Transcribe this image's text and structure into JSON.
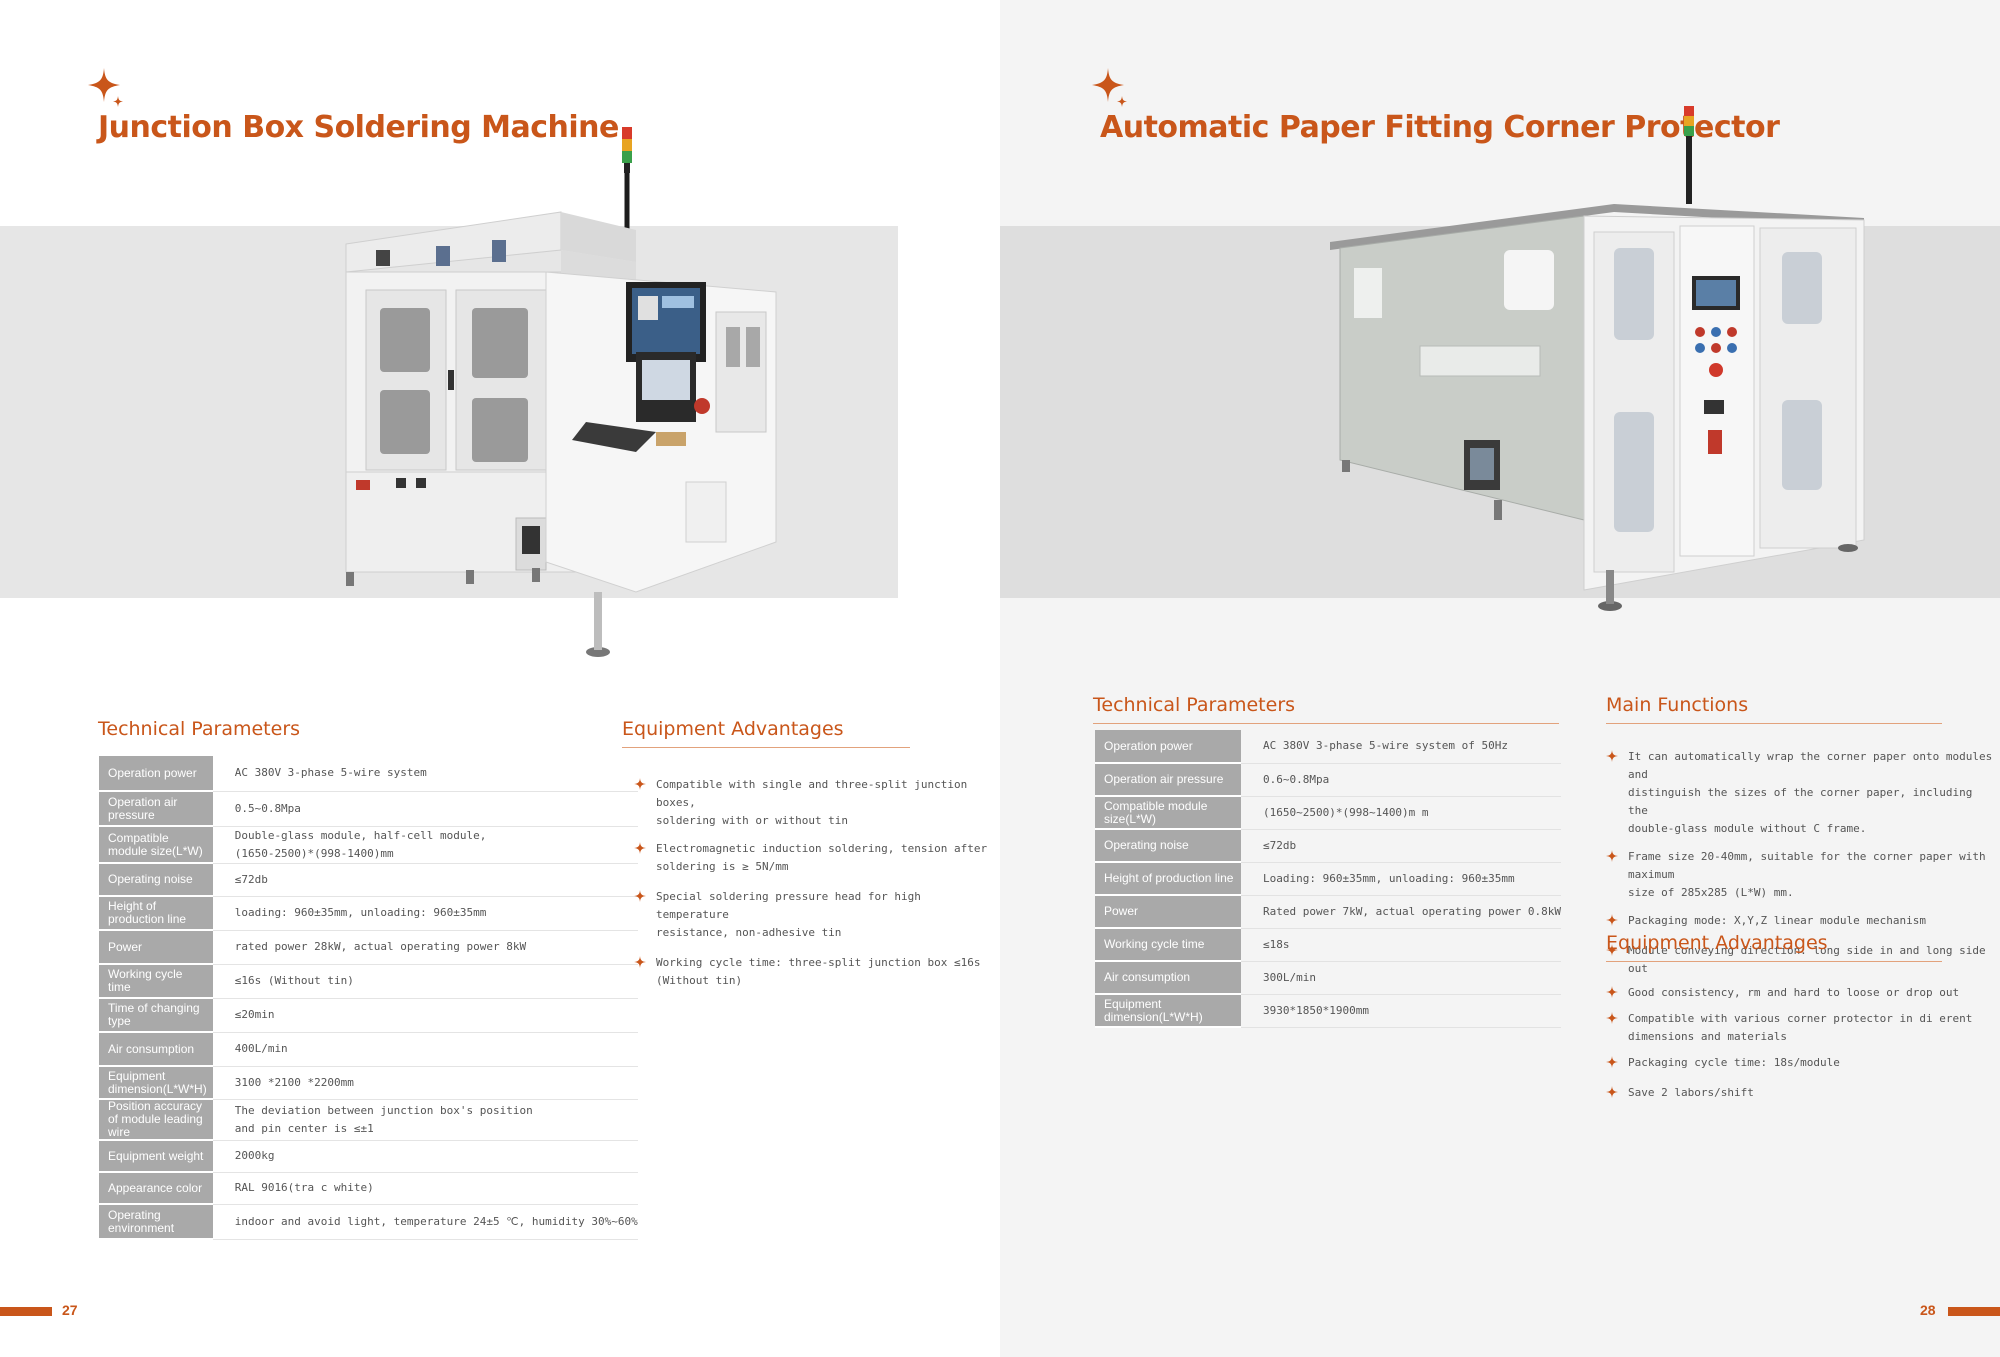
{
  "left": {
    "title": "Junction Box Soldering Machine",
    "params_heading": "Technical Parameters",
    "params": [
      {
        "label": "Operation power",
        "value": "AC 380V 3-phase 5-wire system"
      },
      {
        "label": "Operation air pressure",
        "value": "0.5~0.8Mpa"
      },
      {
        "label": "Compatible module size(L*W)",
        "value": "Double-glass module, half-cell module,\n(1650-2500)*(998-1400)mm"
      },
      {
        "label": "Operating noise",
        "value": "≤72db"
      },
      {
        "label": "Height of production line",
        "value": "loading: 960±35mm, unloading: 960±35mm"
      },
      {
        "label": "Power",
        "value": "rated power 28kW, actual operating power 8kW"
      },
      {
        "label": "Working cycle time",
        "value": "≤16s (Without tin)"
      },
      {
        "label": "Time of changing type",
        "value": "≤20min"
      },
      {
        "label": "Air consumption",
        "value": "400L/min"
      },
      {
        "label": "Equipment dimension(L*W*H)",
        "value": "3100 *2100 *2200mm"
      },
      {
        "label": "Position accuracy of module leading wire",
        "value": "The deviation between junction box's position\nand pin center is ≤±1"
      },
      {
        "label": "Equipment weight",
        "value": "2000kg"
      },
      {
        "label": "Appearance color",
        "value": "RAL 9016(tra  c white)"
      },
      {
        "label": "Operating environment",
        "value": "indoor and avoid light, temperature 24±5 ℃, humidity 30%~60%"
      }
    ],
    "advantages_heading": "Equipment Advantages",
    "advantages": [
      "Compatible with single and three-split junction boxes,\nsoldering with or without tin",
      "Electromagnetic induction soldering, tension after\nsoldering is ≥ 5N/mm",
      "Special soldering pressure head for high temperature\nresistance, non-adhesive tin",
      "Working cycle time: three-split junction box ≤16s\n(Without tin)"
    ],
    "page_number": "27"
  },
  "right": {
    "title": "Automatic Paper Fitting Corner Protector",
    "params_heading": "Technical Parameters",
    "params": [
      {
        "label": "Operation power",
        "value": "AC 380V 3-phase 5-wire system of 50Hz"
      },
      {
        "label": "Operation air pressure",
        "value": "0.6~0.8Mpa"
      },
      {
        "label": "Compatible module size(L*W)",
        "value": "(1650~2500)*(998~1400)m m"
      },
      {
        "label": "Operating noise",
        "value": "≤72db"
      },
      {
        "label": "Height of production line",
        "value": "Loading: 960±35mm, unloading: 960±35mm"
      },
      {
        "label": "Power",
        "value": "Rated power 7kW, actual operating power 0.8kW"
      },
      {
        "label": "Working cycle time",
        "value": "≤18s"
      },
      {
        "label": "Air consumption",
        "value": "300L/min"
      },
      {
        "label": "Equipment dimension(L*W*H)",
        "value": "3930*1850*1900mm"
      }
    ],
    "functions_heading": "Main Functions",
    "functions": [
      "It can automatically wrap the corner paper onto modules and\ndistinguish the sizes of the corner paper, including the\ndouble-glass module without C frame.",
      "Frame size 20-40mm, suitable for the corner paper with maximum\nsize of 285x285 (L*W) mm.",
      "Packaging mode: X,Y,Z linear module mechanism",
      "Module conveying direction:  long side in and long side out"
    ],
    "advantages_heading": "Equipment Advantages",
    "advantages": [
      "Good consistency,   rm and hard to loose or drop out",
      "Compatible with various corner protector in di  erent\ndimensions and materials",
      "Packaging cycle time:  18s/module",
      "Save 2 labors/shift"
    ],
    "page_number": "28"
  },
  "colors": {
    "accent": "#c9561a",
    "label_bg": "#a9a9a9",
    "band": "#e6e6e6"
  },
  "icons": {
    "title_mark": "four-point-star-icon",
    "bullet": "four-point-star-icon"
  }
}
